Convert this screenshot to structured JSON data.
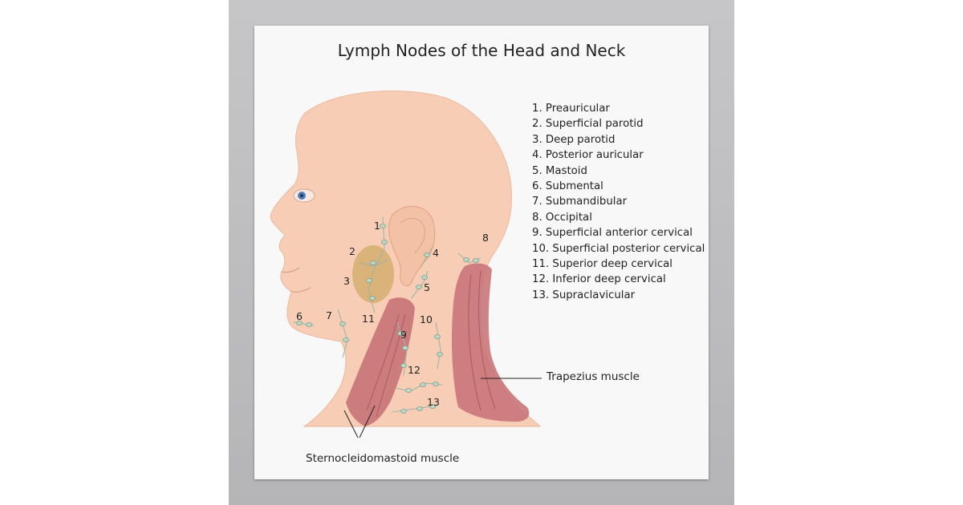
{
  "poster": {
    "title": "Lymph Nodes of  the Head and Neck",
    "legend": [
      "1. Preauricular",
      "2. Superficial parotid",
      "3. Deep parotid",
      "4. Posterior auricular",
      "5. Mastoid",
      "6. Submental",
      "7. Submandibular",
      "8. Occipital",
      "9. Superficial anterior cervical",
      "10. Superficial posterior cervical",
      "11. Superior deep cervical",
      "12. Inferior deep cervical",
      "13. Supraclavicular"
    ],
    "node_numbers": [
      "1",
      "2",
      "3",
      "4",
      "5",
      "6",
      "7",
      "8",
      "9",
      "10",
      "11",
      "12",
      "13"
    ],
    "labels": {
      "trapezius": "Trapezius muscle",
      "sternocleidomastoid": "Sternocleidomastoid muscle"
    }
  },
  "colors": {
    "backdrop": "#bfbfc1",
    "poster": "#f8f8f8",
    "skin": "#f7cdb5",
    "muscle": "#c9757a",
    "gland": "#d6b073",
    "node": "#b9d9c7"
  }
}
